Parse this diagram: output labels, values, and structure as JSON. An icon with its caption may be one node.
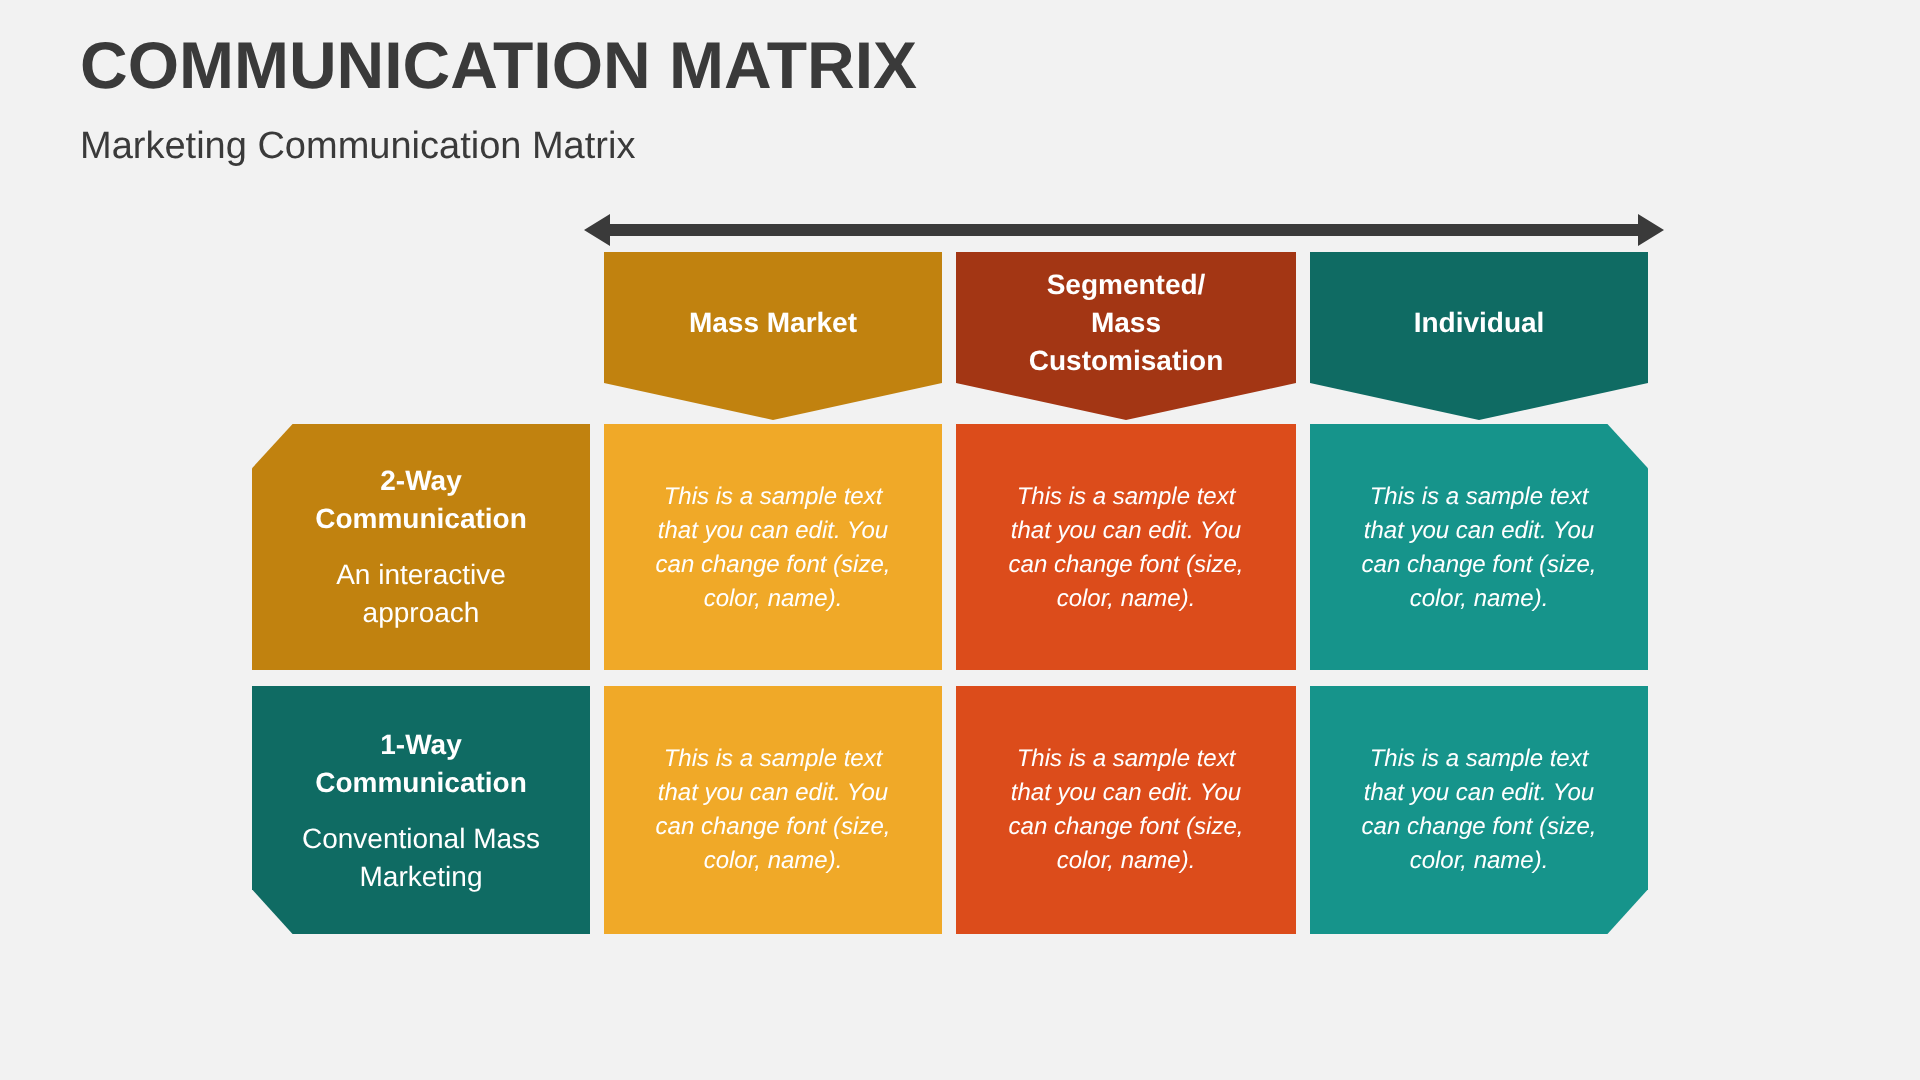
{
  "diagram": {
    "title": "COMMUNICATION MATRIX",
    "nodes": [
      {
        "text": [
          "Mass Market"
        ]
      },
      {
        "text": [
          "Segmented/ Mass Customisation"
        ]
      },
      {
        "text": [
          "Individual"
        ]
      },
      {
        "text": [
          "2-Way Communication",
          "An interactive approach"
        ]
      },
      {
        "text": [
          "This is a sample text that you can edit. You can change font (size, color, name)."
        ]
      },
      {
        "text": [
          "This is a sample text that you can edit. You can change font (size, color, name)."
        ]
      },
      {
        "text": [
          "This is a sample text that you can edit. You can change font (size, color, name)."
        ]
      },
      {
        "text": [
          "1-Way Communication",
          "Conventional Mass Marketing"
        ]
      },
      {
        "text": [
          "This is a sample text that you can edit. You can change font (size, color, name)."
        ]
      },
      {
        "text": [
          "This is a sample text that you can edit. You can change font (size, color, name)."
        ]
      },
      {
        "text": [
          "This is a sample text that you can edit. You can change font (size, color, name)."
        ]
      }
    ],
    "labels": [
      "Marketing Communication Matrix"
    ]
  }
}
